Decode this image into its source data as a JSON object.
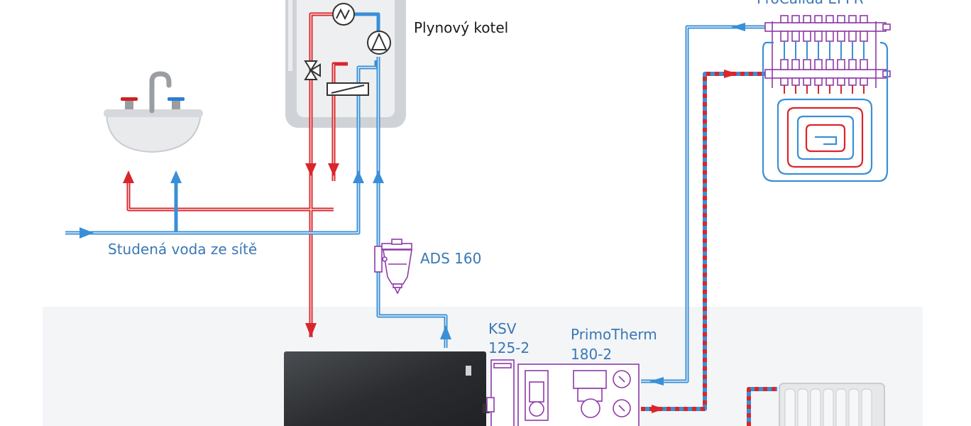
{
  "labels": {
    "boiler": "Plynový kotel",
    "cold_water": "Studená voda ze sítě",
    "ads": "ADS 160",
    "ksv_line1": "KSV",
    "ksv_line2": "125-2",
    "primo_line1": "PrimoTherm",
    "primo_line2": "180-2",
    "manifold": "ProCalida EPFR"
  },
  "colors": {
    "hot": "#d9262b",
    "cold": "#3a8fd6",
    "device": "#8e3aa8",
    "label_blue": "#3a78b5"
  }
}
